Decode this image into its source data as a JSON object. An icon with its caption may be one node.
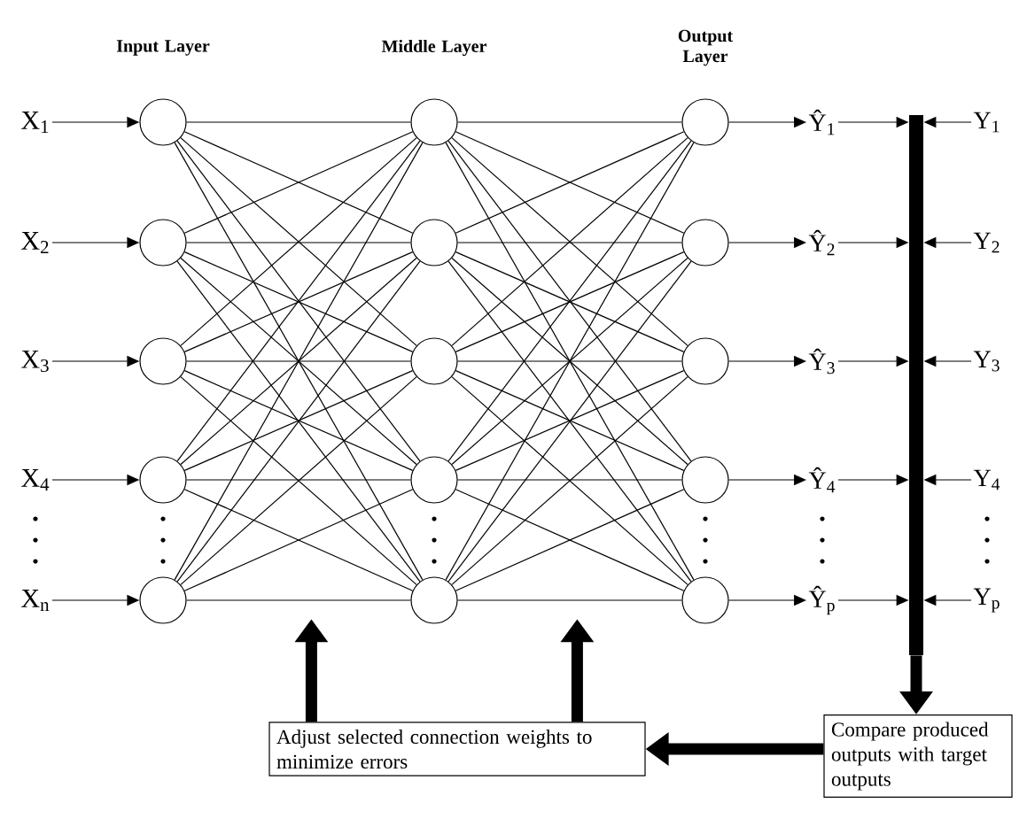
{
  "diagram": {
    "nodes": [
      {
        "text": [],
        "shape": "circle"
      },
      {
        "text": [],
        "shape": "circle"
      },
      {
        "text": [],
        "shape": "circle"
      },
      {
        "text": [],
        "shape": "circle"
      },
      {
        "text": [],
        "shape": "circle"
      },
      {
        "text": [],
        "shape": "circle"
      },
      {
        "text": [],
        "shape": "circle"
      },
      {
        "text": [],
        "shape": "circle"
      },
      {
        "text": [],
        "shape": "circle"
      },
      {
        "text": [],
        "shape": "circle"
      },
      {
        "text": [],
        "shape": "circle"
      },
      {
        "text": [],
        "shape": "circle"
      },
      {
        "text": [],
        "shape": "circle"
      },
      {
        "text": [],
        "shape": "circle"
      },
      {
        "text": [],
        "shape": "circle"
      },
      {
        "text": [
          "X$_{1}$"
        ]
      },
      {
        "text": [
          "X$_{2}$"
        ]
      },
      {
        "text": [
          "X$_{3}$"
        ]
      },
      {
        "text": [
          "X$_{4}$"
        ]
      },
      {
        "text": [
          "X$_{n}$"
        ]
      },
      {
        "text": [
          "Ŷ$_{1}$"
        ]
      },
      {
        "text": [
          "Ŷ$_{2}$"
        ]
      },
      {
        "text": [
          "Ŷ$_{3}$"
        ]
      },
      {
        "text": [
          "Ŷ$_{4}$"
        ]
      },
      {
        "text": [
          "Ŷ$_{p}$"
        ]
      },
      {
        "text": [
          "Y$_{1}$"
        ]
      },
      {
        "text": [
          "Y$_{2}$"
        ]
      },
      {
        "text": [
          "Y$_{3}$"
        ]
      },
      {
        "text": [
          "Y$_{4}$"
        ]
      },
      {
        "text": [
          "Y$_{p}$"
        ]
      },
      {
        "text": [],
        "shape": "bar"
      },
      {
        "text": [
          "Compare produced outputs with target outputs"
        ]
      },
      {
        "text": [
          "Adjust selected connection weights to minimize errors"
        ]
      }
    ],
    "edges": [
      {
        "from": 15,
        "to": 0,
        "arrow": "to"
      },
      {
        "from": 16,
        "to": 1,
        "arrow": "to"
      },
      {
        "from": 17,
        "to": 2,
        "arrow": "to"
      },
      {
        "from": 18,
        "to": 3,
        "arrow": "to"
      },
      {
        "from": 19,
        "to": 4,
        "arrow": "to"
      },
      {
        "from": 0,
        "to": 5,
        "arrow": "none"
      },
      {
        "from": 0,
        "to": 6,
        "arrow": "none"
      },
      {
        "from": 0,
        "to": 7,
        "arrow": "none"
      },
      {
        "from": 0,
        "to": 8,
        "arrow": "none"
      },
      {
        "from": 0,
        "to": 9,
        "arrow": "none"
      },
      {
        "from": 1,
        "to": 5,
        "arrow": "none"
      },
      {
        "from": 1,
        "to": 6,
        "arrow": "none"
      },
      {
        "from": 1,
        "to": 7,
        "arrow": "none"
      },
      {
        "from": 1,
        "to": 8,
        "arrow": "none"
      },
      {
        "from": 1,
        "to": 9,
        "arrow": "none"
      },
      {
        "from": 2,
        "to": 5,
        "arrow": "none"
      },
      {
        "from": 2,
        "to": 6,
        "arrow": "none"
      },
      {
        "from": 2,
        "to": 7,
        "arrow": "none"
      },
      {
        "from": 2,
        "to": 8,
        "arrow": "none"
      },
      {
        "from": 2,
        "to": 9,
        "arrow": "none"
      },
      {
        "from": 3,
        "to": 5,
        "arrow": "none"
      },
      {
        "from": 3,
        "to": 6,
        "arrow": "none"
      },
      {
        "from": 3,
        "to": 7,
        "arrow": "none"
      },
      {
        "from": 3,
        "to": 8,
        "arrow": "none"
      },
      {
        "from": 3,
        "to": 9,
        "arrow": "none"
      },
      {
        "from": 4,
        "to": 5,
        "arrow": "none"
      },
      {
        "from": 4,
        "to": 6,
        "arrow": "none"
      },
      {
        "from": 4,
        "to": 7,
        "arrow": "none"
      },
      {
        "from": 4,
        "to": 8,
        "arrow": "none"
      },
      {
        "from": 4,
        "to": 9,
        "arrow": "none"
      },
      {
        "from": 5,
        "to": 10,
        "arrow": "none"
      },
      {
        "from": 5,
        "to": 11,
        "arrow": "none"
      },
      {
        "from": 5,
        "to": 12,
        "arrow": "none"
      },
      {
        "from": 5,
        "to": 13,
        "arrow": "none"
      },
      {
        "from": 5,
        "to": 14,
        "arrow": "none"
      },
      {
        "from": 6,
        "to": 10,
        "arrow": "none"
      },
      {
        "from": 6,
        "to": 11,
        "arrow": "none"
      },
      {
        "from": 6,
        "to": 12,
        "arrow": "none"
      },
      {
        "from": 6,
        "to": 13,
        "arrow": "none"
      },
      {
        "from": 6,
        "to": 14,
        "arrow": "none"
      },
      {
        "from": 7,
        "to": 10,
        "arrow": "none"
      },
      {
        "from": 7,
        "to": 11,
        "arrow": "none"
      },
      {
        "from": 7,
        "to": 12,
        "arrow": "none"
      },
      {
        "from": 7,
        "to": 13,
        "arrow": "none"
      },
      {
        "from": 7,
        "to": 14,
        "arrow": "none"
      },
      {
        "from": 8,
        "to": 10,
        "arrow": "none"
      },
      {
        "from": 8,
        "to": 11,
        "arrow": "none"
      },
      {
        "from": 8,
        "to": 12,
        "arrow": "none"
      },
      {
        "from": 8,
        "to": 13,
        "arrow": "none"
      },
      {
        "from": 8,
        "to": 14,
        "arrow": "none"
      },
      {
        "from": 9,
        "to": 10,
        "arrow": "none"
      },
      {
        "from": 9,
        "to": 11,
        "arrow": "none"
      },
      {
        "from": 9,
        "to": 12,
        "arrow": "none"
      },
      {
        "from": 9,
        "to": 13,
        "arrow": "none"
      },
      {
        "from": 9,
        "to": 14,
        "arrow": "none"
      },
      {
        "from": 10,
        "to": 20,
        "arrow": "to"
      },
      {
        "from": 11,
        "to": 21,
        "arrow": "to"
      },
      {
        "from": 12,
        "to": 22,
        "arrow": "to"
      },
      {
        "from": 13,
        "to": 23,
        "arrow": "to"
      },
      {
        "from": 14,
        "to": 24,
        "arrow": "to"
      },
      {
        "from": 20,
        "to": 30,
        "arrow": "to"
      },
      {
        "from": 21,
        "to": 30,
        "arrow": "to"
      },
      {
        "from": 22,
        "to": 30,
        "arrow": "to"
      },
      {
        "from": 23,
        "to": 30,
        "arrow": "to"
      },
      {
        "from": 24,
        "to": 30,
        "arrow": "to"
      },
      {
        "from": 25,
        "to": 30,
        "arrow": "to"
      },
      {
        "from": 26,
        "to": 30,
        "arrow": "to"
      },
      {
        "from": 27,
        "to": 30,
        "arrow": "to"
      },
      {
        "from": 28,
        "to": 30,
        "arrow": "to"
      },
      {
        "from": 29,
        "to": 30,
        "arrow": "to"
      },
      {
        "from": 30,
        "to": 31,
        "arrow": "to",
        "style": "thick"
      },
      {
        "from": 31,
        "to": 32,
        "arrow": "to",
        "style": "thick"
      },
      {
        "from": 32,
        "to": null,
        "arrow": "to",
        "style": "thick"
      },
      {
        "from": 32,
        "to": null,
        "arrow": "to",
        "style": "thick"
      }
    ],
    "labels": [
      "Input Layer",
      "Middle Layer",
      "Output Layer"
    ]
  }
}
